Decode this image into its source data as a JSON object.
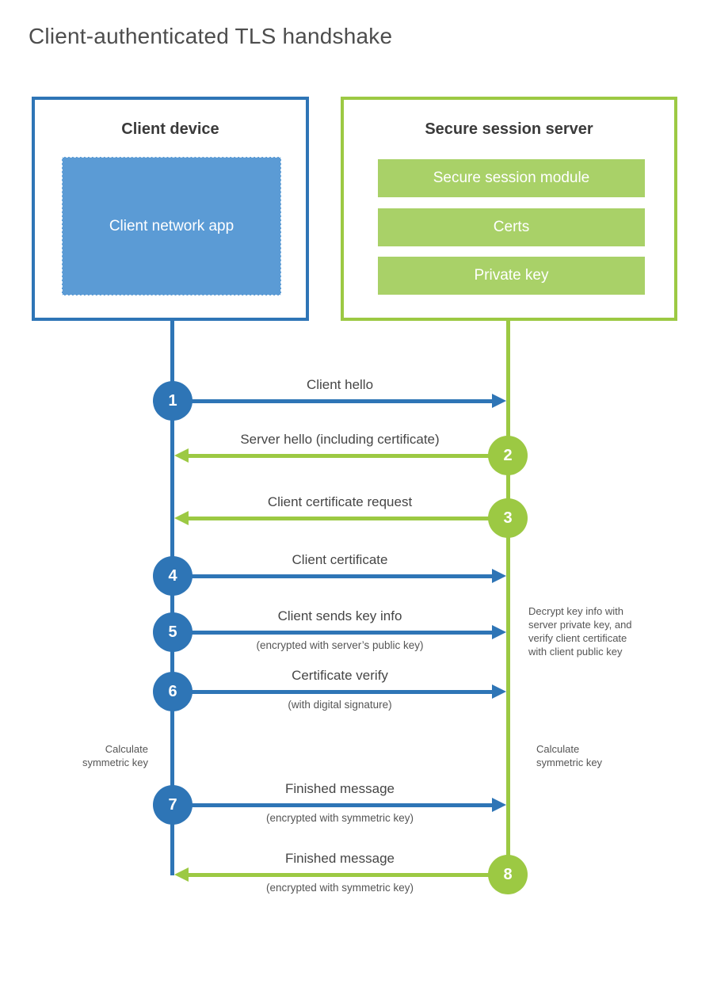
{
  "page": {
    "title": "Client-authenticated TLS handshake"
  },
  "colors": {
    "blue": "#2e75b6",
    "blue_fill": "#5b9bd5",
    "green": "#9cc943",
    "green_fill": "#a9d168"
  },
  "client_box": {
    "title": "Client device",
    "app_label": "Client network app"
  },
  "server_box": {
    "title": "Secure session server",
    "bars": [
      "Secure session module",
      "Certs",
      "Private key"
    ]
  },
  "steps": [
    {
      "number": "1",
      "label": "Client hello",
      "direction": "right",
      "color": "blue"
    },
    {
      "number": "2",
      "label": "Server hello (including certificate)",
      "direction": "left",
      "color": "green"
    },
    {
      "number": "3",
      "label": "Client certificate request",
      "direction": "left",
      "color": "green"
    },
    {
      "number": "4",
      "label": "Client certificate",
      "direction": "right",
      "color": "blue"
    },
    {
      "number": "5",
      "label": "Client sends key info",
      "sublabel": "(encrypted with server’s public key)",
      "direction": "right",
      "color": "blue"
    },
    {
      "number": "6",
      "label": "Certificate verify",
      "sublabel": "(with digital signature)",
      "direction": "right",
      "color": "blue"
    },
    {
      "number": "7",
      "label": "Finished message",
      "sublabel": "(encrypted with symmetric key)",
      "direction": "right",
      "color": "blue"
    },
    {
      "number": "8",
      "label": "Finished message",
      "sublabel": "(encrypted with symmetric key)",
      "direction": "left",
      "color": "green"
    }
  ],
  "notes": {
    "left_calculate": "Calculate\nsymmetric key",
    "right_calculate": "Calculate\nsymmetric key",
    "server_decrypt": "Decrypt key info with\nserver private key, and\nverify client certificate\nwith client public key"
  }
}
